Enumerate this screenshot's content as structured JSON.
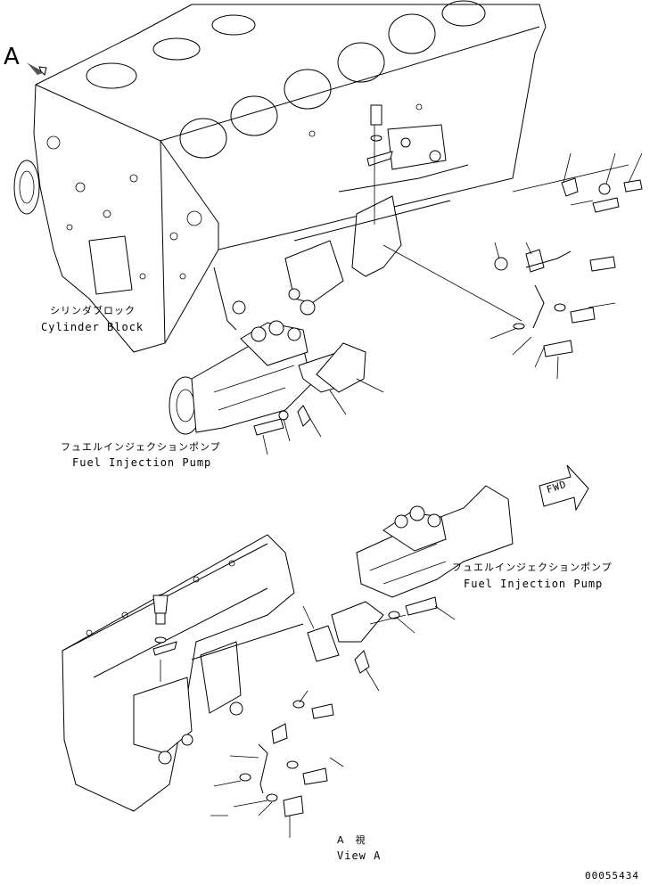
{
  "view_marker": "A",
  "fwd_label": "FWD",
  "cylinder_block": {
    "label_jp": "シリンダブロック",
    "label_en": "Cylinder Block"
  },
  "fuel_injection_pump_top": {
    "label_jp": "フュエルインジェクションポンプ",
    "label_en": "Fuel Injection Pump"
  },
  "fuel_injection_pump_bottom": {
    "label_jp": "フュエルインジェクションポンプ",
    "label_en": "Fuel Injection Pump"
  },
  "view_a": {
    "label_jp": "A　視",
    "label_en": "View A"
  },
  "drawing_number": "00055434"
}
